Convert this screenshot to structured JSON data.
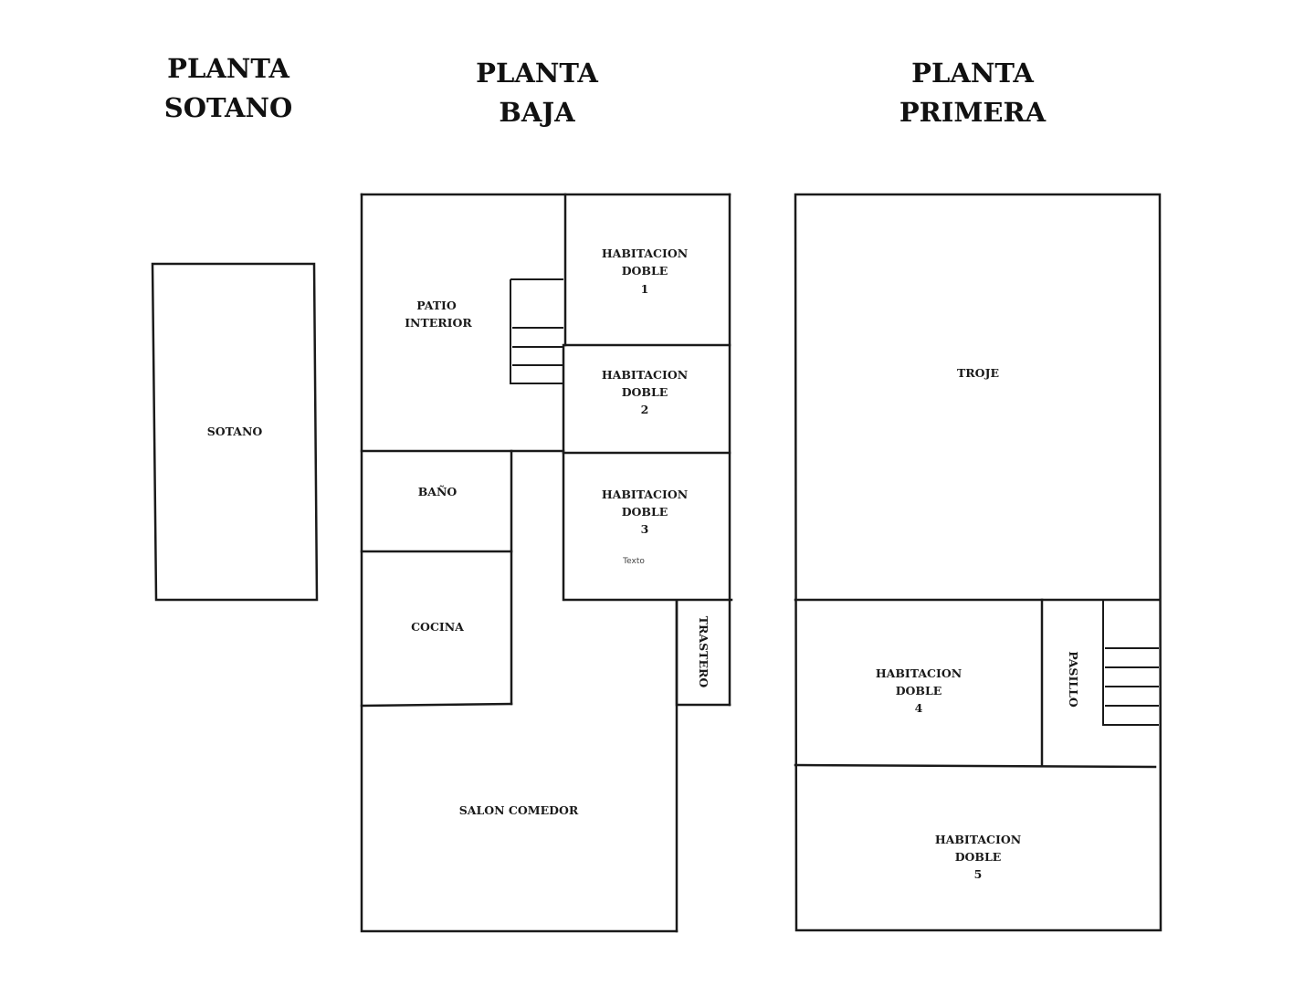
{
  "floors": {
    "sotano": {
      "title_line1": "PLANTA",
      "title_line2": "SOTANO"
    },
    "baja": {
      "title_line1": "PLANTA",
      "title_line2": "BAJA"
    },
    "primera": {
      "title_line1": "PLANTA",
      "title_line2": "PRIMERA"
    }
  },
  "rooms": {
    "sotano": "SOTANO",
    "patio_interior": {
      "line1": "PATIO",
      "line2": "INTERIOR"
    },
    "habitacion_doble_1": {
      "line1": "HABITACION",
      "line2": "DOBLE",
      "line3": "1"
    },
    "habitacion_doble_2": {
      "line1": "HABITACION",
      "line2": "DOBLE",
      "line3": "2"
    },
    "habitacion_doble_3": {
      "line1": "HABITACION",
      "line2": "DOBLE",
      "line3": "3",
      "note": "Texto"
    },
    "bano": "BAÑO",
    "cocina": "COCINA",
    "trastero": "TRASTERO",
    "salon_comedor": "SALON COMEDOR",
    "troje": "TROJE",
    "habitacion_doble_4": {
      "line1": "HABITACION",
      "line2": "DOBLE",
      "line3": "4"
    },
    "pasillo": "PASILLO",
    "habitacion_doble_5": {
      "line1": "HABITACION",
      "line2": "DOBLE",
      "line3": "5"
    }
  },
  "colors": {
    "walls": "#1a1a1a",
    "background": "#ffffff"
  }
}
